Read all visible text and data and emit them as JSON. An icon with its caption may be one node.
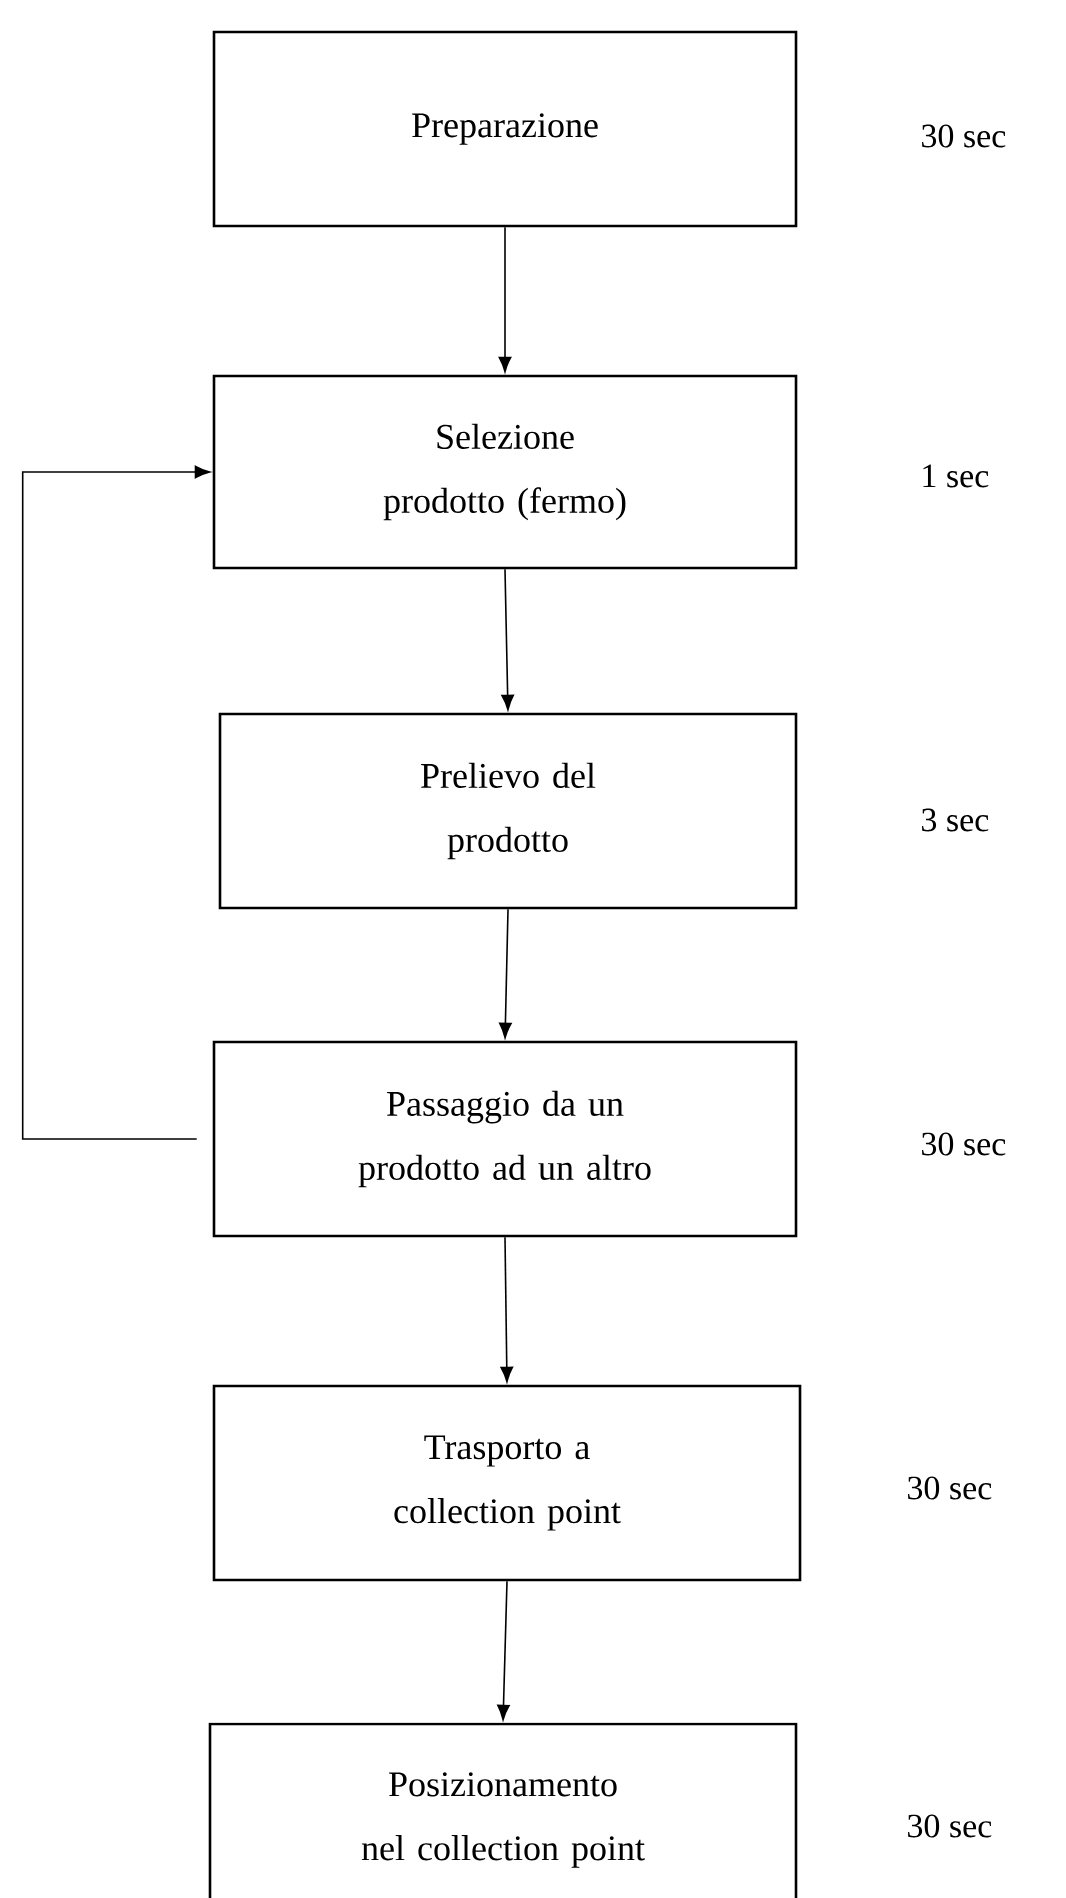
{
  "diagram": {
    "nodes": [
      {
        "text": [
          "Preparazione"
        ],
        "beside": [
          "30 sec"
        ]
      },
      {
        "text": [
          "Selezione prodotto (fermo)"
        ],
        "beside": [
          "1 sec"
        ]
      },
      {
        "text": [
          "Prelievo del prodotto"
        ],
        "beside": [
          "3 sec"
        ]
      },
      {
        "text": [
          "Passaggio da un prodotto ad un altro"
        ],
        "beside": [
          "30 sec"
        ]
      },
      {
        "text": [
          "Trasporto a collection point"
        ],
        "beside": [
          "30 sec"
        ]
      },
      {
        "text": [
          "Posizionamento nel collection point"
        ],
        "beside": [
          "30 sec"
        ]
      }
    ],
    "edges": [
      {
        "from": 0,
        "to": 1,
        "arrow": "to"
      },
      {
        "from": 1,
        "to": 2,
        "arrow": "to"
      },
      {
        "from": 2,
        "to": 3,
        "arrow": "to"
      },
      {
        "from": 3,
        "to": 1,
        "arrow": "to"
      },
      {
        "from": 3,
        "to": 4,
        "arrow": "to"
      },
      {
        "from": 4,
        "to": 5,
        "arrow": "to"
      }
    ]
  }
}
